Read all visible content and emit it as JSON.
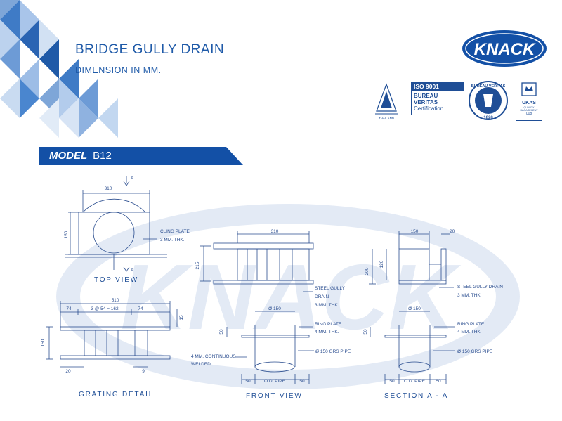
{
  "header": {
    "title": "BRIDGE GULLY DRAIN",
    "subtitle": "DIMENSION IN MM.",
    "model_prefix": "MODEL",
    "model_code": "B12"
  },
  "brand": {
    "logo_text": "KNACK",
    "watermark_text": "KNACK",
    "colors": {
      "primary": "#1f5aa8",
      "dark": "#0f3f8c",
      "line": "#2a4d8f",
      "watermark": "#e3eaf5"
    }
  },
  "certifications": {
    "thailand_caption": "THAILAND",
    "iso_line1": "ISO 9001",
    "iso_line2": "BUREAU VERITAS",
    "iso_line3": "Certification",
    "bv_ring": "BUREAU VERITAS",
    "bv_year": "1828",
    "ukas_line1": "UKAS",
    "ukas_line2": "QUALITY",
    "ukas_line3": "MANAGEMENT",
    "ukas_number": "008"
  },
  "views": {
    "top_view": "TOP VIEW",
    "grating_detail": "GRATING DETAIL",
    "front_view": "FRONT VIEW",
    "section": "SECTION A - A"
  },
  "dims": {
    "top_width": "310",
    "top_height": "150",
    "section_mark": "A",
    "front_width": "310",
    "front_height": "215",
    "side_width": "150",
    "side_flange": "20",
    "side_height": "200",
    "side_inner": "120",
    "grating_width": "510",
    "grating_left": "74",
    "grating_mid": "3 @ 54 = 162",
    "grating_right": "74",
    "grating_thk": "15",
    "grating_height": "150",
    "grating_bottom_left": "20",
    "grating_bottom_right": "9",
    "pipe_dia": "Ø 150",
    "ring_height": "50",
    "pipe_left": "50",
    "pipe_od": "O.D. PIPE",
    "pipe_right": "50"
  },
  "notes": {
    "cling_plate_1": "CLING PLATE",
    "cling_plate_2": "3 MM. THK.",
    "steel_gully_1": "STEEL GULLY",
    "steel_gully_2": "DRAIN",
    "steel_gully_3": "3 MM. THK.",
    "ring_plate_1": "RING PLATE",
    "ring_plate_2": "4 MM. THK.",
    "grs_pipe": "Ø 150 GRS PIPE",
    "weld_1": "4 MM. CONTINUOUS",
    "weld_2": "WELDED",
    "sec_steel_1": "STEEL GULLY DRAIN",
    "sec_steel_2": "3 MM. THK.",
    "sec_ring_1": "RING PLATE",
    "sec_ring_2": "4 MM. THK.",
    "sec_grs_pipe": "Ø 150 GRS PIPE"
  }
}
